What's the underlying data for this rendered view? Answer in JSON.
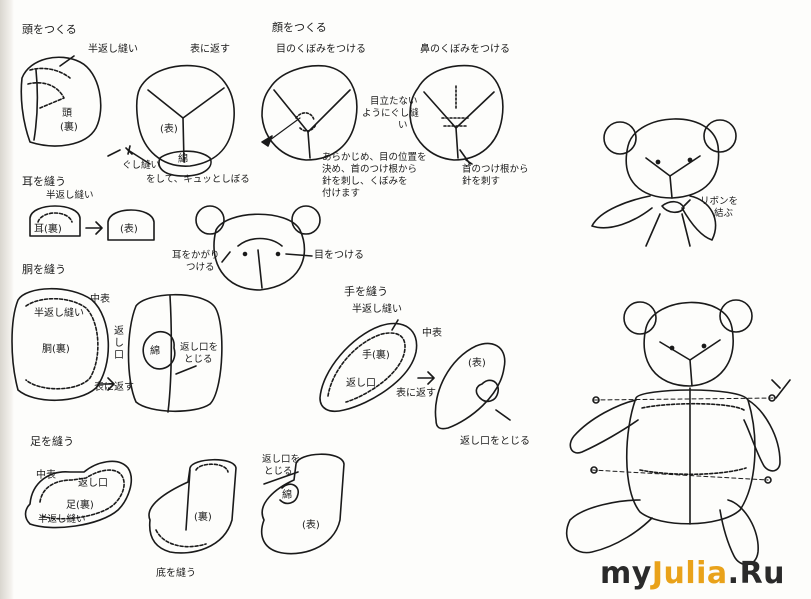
{
  "sections": {
    "head": "頭をつくる",
    "face": "顔をつくる",
    "ear": "耳を縫う",
    "body": "胴を縫う",
    "hand": "手を縫う",
    "foot": "足を縫う"
  },
  "labels": {
    "half_backstitch": "半返し縫い",
    "turn_right_side": "表に返す",
    "eye_dent": "目のくぼみをつける",
    "nose_dent": "鼻のくぼみをつける",
    "head_wrong": "頭",
    "head_wrong2": "(裏)",
    "front": "(表)",
    "cotton": "綿",
    "gather_l1": "ぐし縫い",
    "gather_l2": "をして、キュッとしぼる",
    "inconspicuous_l1": "目立たない",
    "inconspicuous_l2": "ようにぐし縫",
    "inconspicuous_l3": "い",
    "eye_note_l1": "あらかじめ、目の位置を",
    "eye_note_l2": "決め、首のつけ根から",
    "eye_note_l3": "針を刺し、くぼみを",
    "eye_note_l4": "付けます",
    "nose_note_l1": "首のつけ根から",
    "nose_note_l2": "針を刺す",
    "ear_wrong": "耳(裏)",
    "ear_front": "(表)",
    "ear_attach_l1": "耳をかがり",
    "ear_attach_l2": "つける",
    "attach_eye": "目をつける",
    "ribbon_l1": "リボンを",
    "ribbon_l2": "結ぶ",
    "middle_front": "中表",
    "body_wrong": "胴(裏)",
    "opening_v": "返し口",
    "close_opening_l1": "返し口を",
    "close_opening_l2": "とじる",
    "body_cotton": "綿",
    "hand_wrong": "手(裏)",
    "opening": "返し口",
    "hand_front": "(表)",
    "close_opening": "返し口をとじる",
    "foot_wrong": "足(裏)",
    "foot_opening": "返し口",
    "foot_front": "(表)",
    "foot_back": "(裏)",
    "foot_cotton": "綿",
    "sew_bottom": "底を縫う"
  },
  "watermark": {
    "part1": "my",
    "part2": "Julia",
    "part3": ".Ru",
    "color_dark": "#2a2a2a",
    "color_accent": "#e9a21a"
  }
}
